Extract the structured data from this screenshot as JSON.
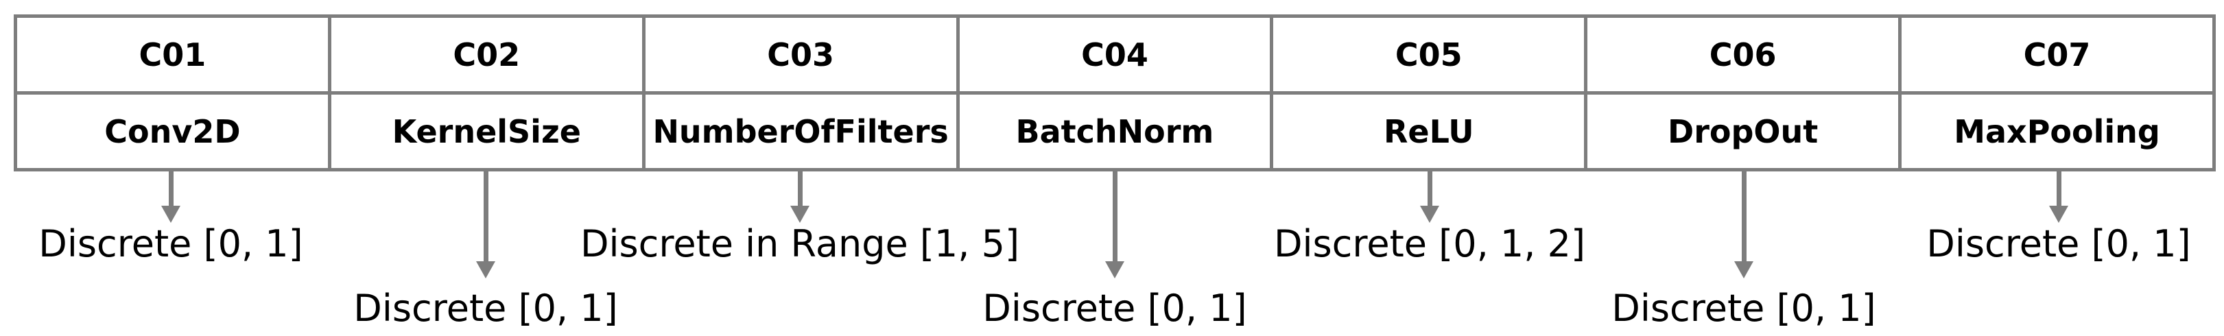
{
  "figure": {
    "type": "genome-encoding-diagram",
    "colors": {
      "border": "#7d7d7d",
      "arrow": "#7d7d7d",
      "text": "#000000",
      "background": "#ffffff"
    },
    "table": {
      "columns": [
        {
          "id": "C01",
          "name": "Conv2D",
          "constraint": "Discrete [0, 1]",
          "label_position": "upper"
        },
        {
          "id": "C02",
          "name": "KernelSize",
          "constraint": "Discrete [0, 1]",
          "label_position": "lower"
        },
        {
          "id": "C03",
          "name": "NumberOfFilters",
          "constraint": "Discrete in Range [1, 5]",
          "label_position": "upper"
        },
        {
          "id": "C04",
          "name": "BatchNorm",
          "constraint": "Discrete [0, 1]",
          "label_position": "lower"
        },
        {
          "id": "C05",
          "name": "ReLU",
          "constraint": "Discrete [0, 1, 2]",
          "label_position": "upper"
        },
        {
          "id": "C06",
          "name": "DropOut",
          "constraint": "Discrete [0, 1]",
          "label_position": "lower"
        },
        {
          "id": "C07",
          "name": "MaxPooling",
          "constraint": "Discrete [0, 1]",
          "label_position": "upper"
        }
      ]
    }
  }
}
